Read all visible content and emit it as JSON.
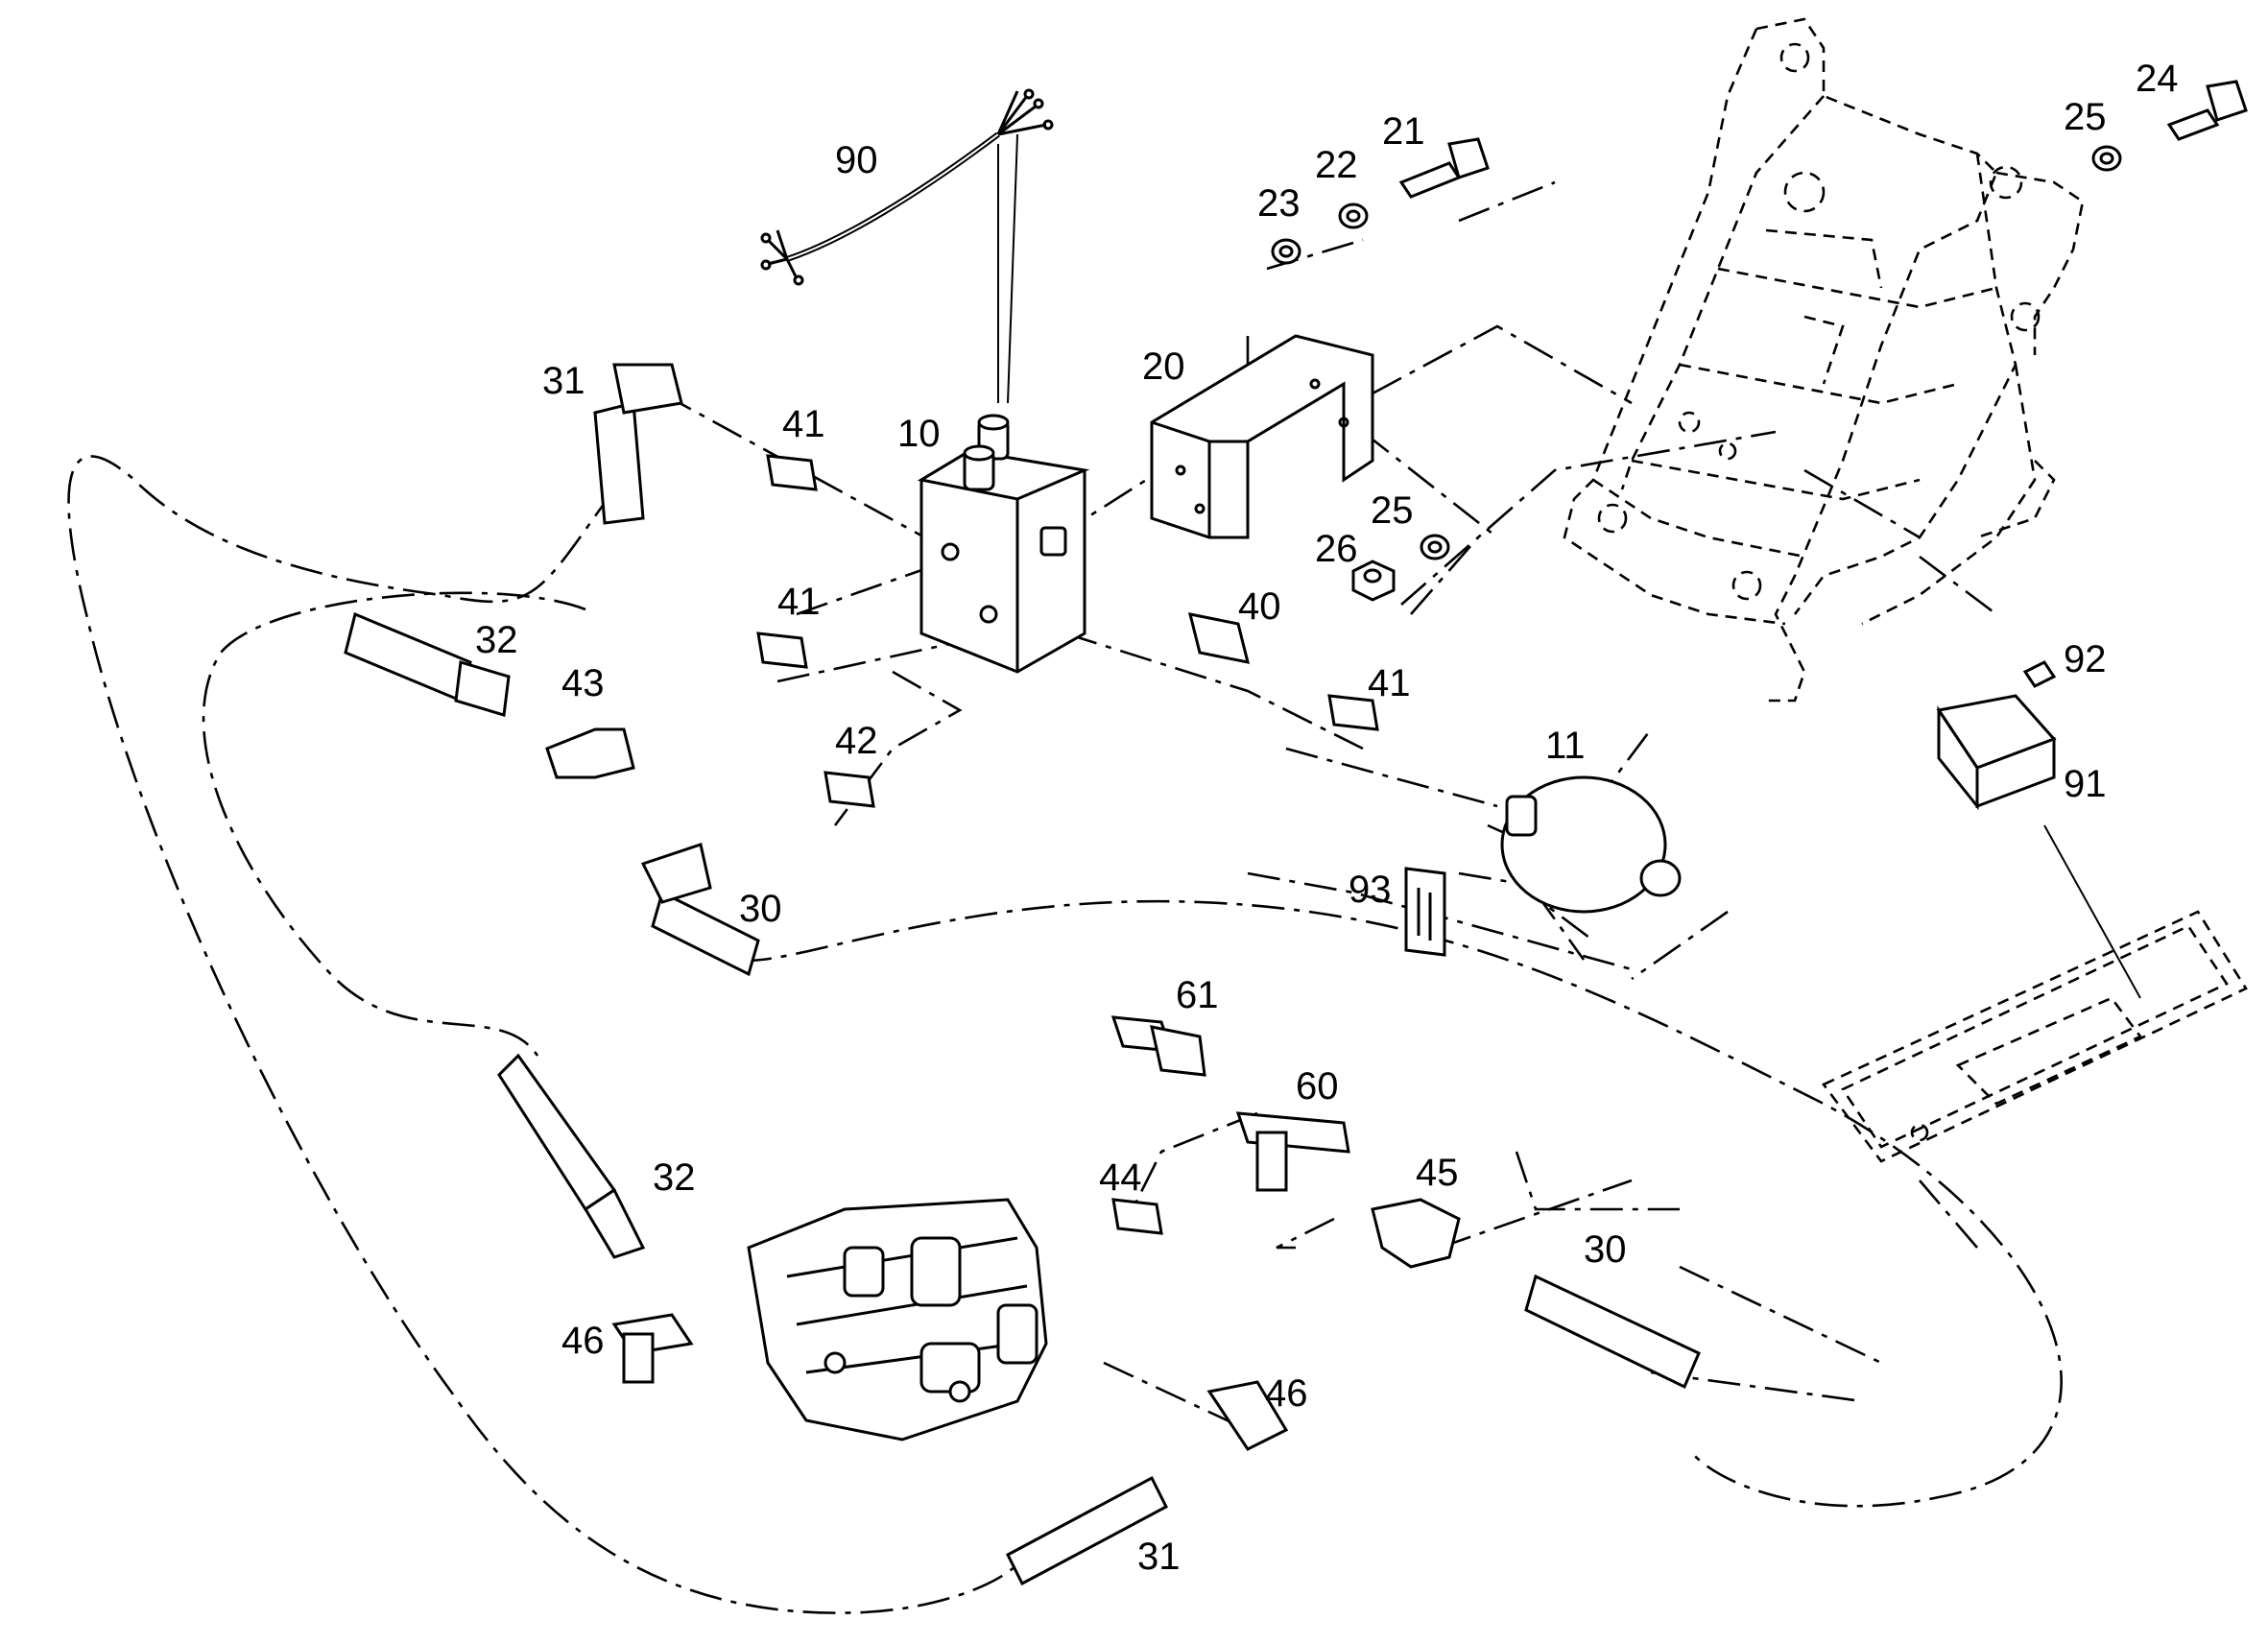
{
  "callouts": [
    {
      "id": "c90",
      "label": "90"
    },
    {
      "id": "c31a",
      "label": "31"
    },
    {
      "id": "c41a",
      "label": "41"
    },
    {
      "id": "c10",
      "label": "10"
    },
    {
      "id": "c20",
      "label": "20"
    },
    {
      "id": "c23",
      "label": "23"
    },
    {
      "id": "c22",
      "label": "22"
    },
    {
      "id": "c21",
      "label": "21"
    },
    {
      "id": "c25a",
      "label": "25"
    },
    {
      "id": "c24",
      "label": "24"
    },
    {
      "id": "c25b",
      "label": "25"
    },
    {
      "id": "c26",
      "label": "26"
    },
    {
      "id": "c41b",
      "label": "41"
    },
    {
      "id": "c40",
      "label": "40"
    },
    {
      "id": "c32a",
      "label": "32"
    },
    {
      "id": "c43",
      "label": "43"
    },
    {
      "id": "c41c",
      "label": "41"
    },
    {
      "id": "c42",
      "label": "42"
    },
    {
      "id": "c11",
      "label": "11"
    },
    {
      "id": "c92",
      "label": "92"
    },
    {
      "id": "c91",
      "label": "91"
    },
    {
      "id": "c93",
      "label": "93"
    },
    {
      "id": "c30a",
      "label": "30"
    },
    {
      "id": "c61",
      "label": "61"
    },
    {
      "id": "c60",
      "label": "60"
    },
    {
      "id": "c44",
      "label": "44"
    },
    {
      "id": "c45",
      "label": "45"
    },
    {
      "id": "c32b",
      "label": "32"
    },
    {
      "id": "c30b",
      "label": "30"
    },
    {
      "id": "c46a",
      "label": "46"
    },
    {
      "id": "c46b",
      "label": "46"
    },
    {
      "id": "c31b",
      "label": "31"
    }
  ]
}
